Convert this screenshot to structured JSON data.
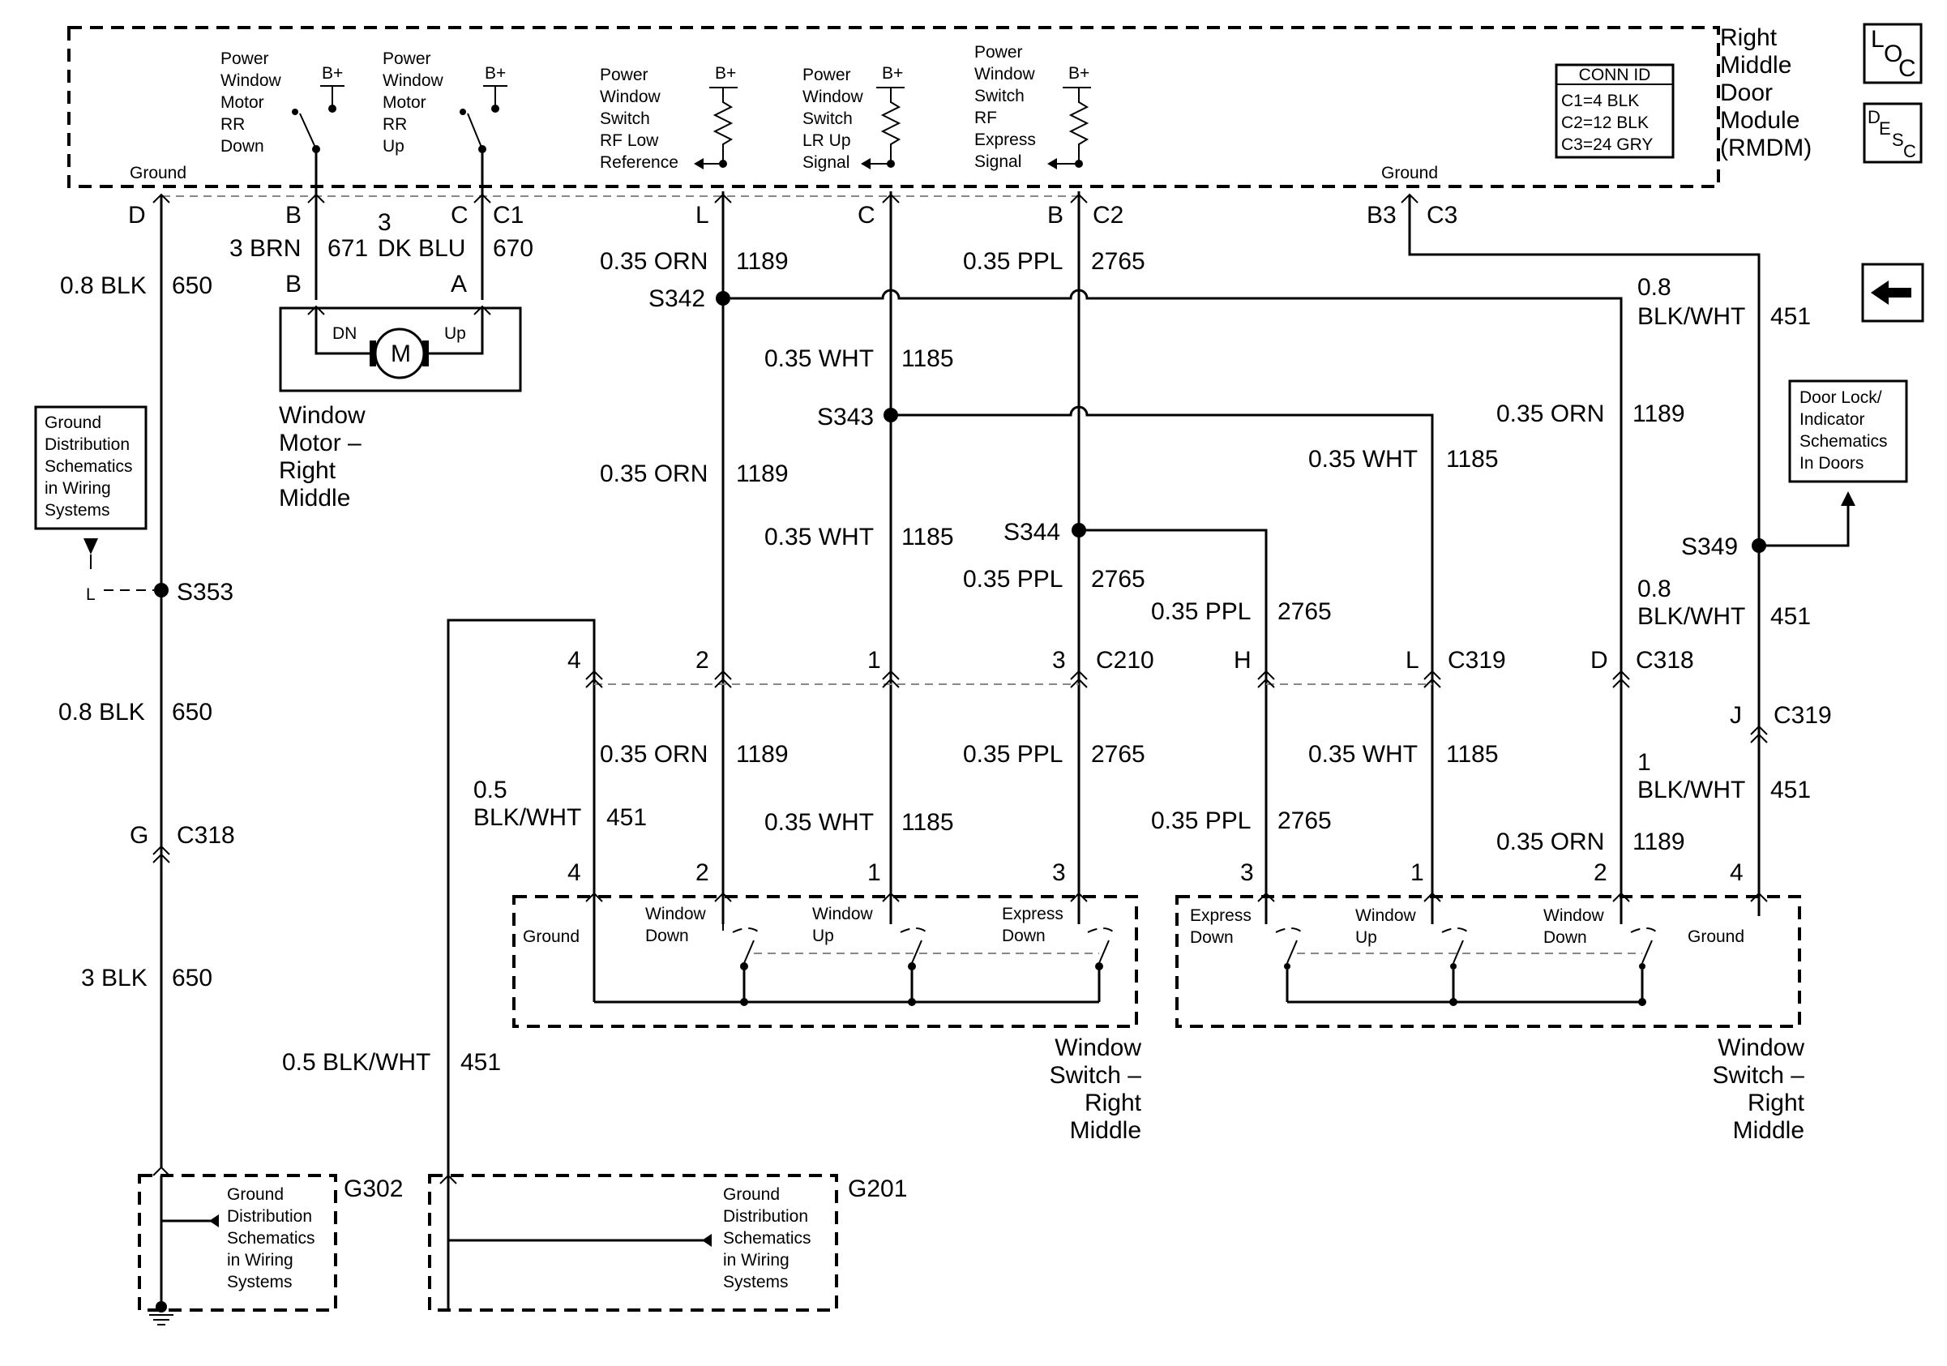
{
  "module": {
    "title_lines": [
      "Right",
      "Middle",
      "Door",
      "Module",
      "(RMDM)"
    ],
    "conn_id": {
      "header": "CONN ID",
      "rows": [
        "C1=4 BLK",
        "C2=12 BLK",
        "C3=24 GRY"
      ]
    },
    "ground_left": "Ground",
    "ground_right": "Ground",
    "b_plus": "B+",
    "inputs": [
      {
        "lines": [
          "Power",
          "Window",
          "Motor",
          "RR",
          "Down"
        ]
      },
      {
        "lines": [
          "Power",
          "Window",
          "Motor",
          "RR",
          "Up"
        ]
      },
      {
        "lines": [
          "Power",
          "Window",
          "Switch",
          "RF Low",
          "Reference"
        ]
      },
      {
        "lines": [
          "Power",
          "Window",
          "Switch",
          "LR Up",
          "Signal"
        ]
      },
      {
        "lines": [
          "Power",
          "Window",
          "Switch",
          "RF",
          "Express",
          "Signal"
        ]
      }
    ]
  },
  "nav": {
    "loc": {
      "top": "L",
      "mid": "O",
      "bot": "C"
    },
    "desc": {
      "a": "D",
      "b": "E",
      "c": "S",
      "d": "C"
    },
    "back_arrow": "left-arrow-icon"
  },
  "pins_top": {
    "D": "D",
    "B": "B",
    "C": "C",
    "C1": "C1",
    "L": "L",
    "C_mid": "C",
    "B_mid": "B",
    "C2": "C2",
    "B3": "B3",
    "C3": "C3"
  },
  "motor": {
    "pin_b": "B",
    "pin_a": "A",
    "dn": "DN",
    "up": "Up",
    "m": "M",
    "title_lines": [
      "Window",
      "Motor –",
      "Right",
      "Middle"
    ]
  },
  "wire_labels": {
    "brn_3": "3 BRN",
    "brn_671": "671",
    "dkblu_3": "3",
    "dkblu": "DK BLU",
    "dkblu_670": "670",
    "blk08": "0.8 BLK",
    "c650": "650",
    "orn": "0.35 ORN",
    "c1189": "1189",
    "ppl": "0.35 PPL",
    "c2765": "2765",
    "wht": "0.35 WHT",
    "c1185": "1185",
    "gauge08": "0.8",
    "blkwht": "BLK/WHT",
    "c451": "451",
    "gauge05": "0.5",
    "blkwht05": "0.5 BLK/WHT",
    "gauge1": "1",
    "blk3": "3 BLK"
  },
  "splices": {
    "s342": "S342",
    "s343": "S343",
    "s344": "S344",
    "s349": "S349",
    "s353": "S353"
  },
  "connectors": {
    "c210": "C210",
    "c319": "C319",
    "c318": "C318",
    "n4": "4",
    "n2": "2",
    "n1": "1",
    "n3": "3",
    "H": "H",
    "L": "L",
    "D": "D",
    "J": "J",
    "G": "G"
  },
  "ground_dist_left": {
    "lines": [
      "Ground",
      "Distribution",
      "Schematics",
      "in Wiring",
      "Systems"
    ],
    "pin": "L"
  },
  "door_lock": {
    "lines": [
      "Door Lock/",
      "Indicator",
      "Schematics",
      "In Doors"
    ]
  },
  "switch_left": {
    "ground": "Ground",
    "win_down": [
      "Window",
      "Down"
    ],
    "win_up": [
      "Window",
      "Up"
    ],
    "express": [
      "Express",
      "Down"
    ],
    "title_lines": [
      "Window",
      "Switch –",
      "Right",
      "Middle"
    ]
  },
  "switch_right": {
    "express": [
      "Express",
      "Down"
    ],
    "win_up": [
      "Window",
      "Up"
    ],
    "win_down": [
      "Window",
      "Down"
    ],
    "ground": "Ground",
    "title_lines": [
      "Window",
      "Switch –",
      "Right",
      "Middle"
    ]
  },
  "grounds": {
    "g302": "G302",
    "g201": "G201",
    "dist_lines": [
      "Ground",
      "Distribution",
      "Schematics",
      "in Wiring",
      "Systems"
    ]
  }
}
